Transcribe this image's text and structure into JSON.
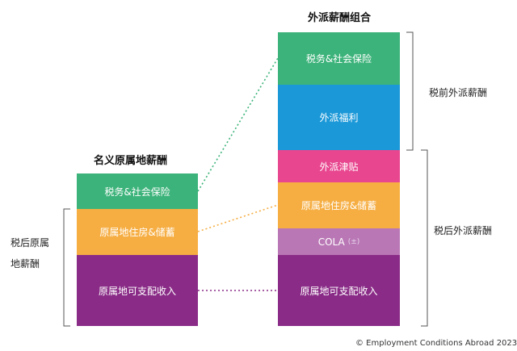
{
  "left_column": {
    "title": "名义原属地薪酬",
    "segments": [
      {
        "label": "税务&社会保险",
        "color": "#3cb37a"
      },
      {
        "label": "原属地住房&储蓄",
        "color": "#f6ae43"
      },
      {
        "label": "原属地可支配收入",
        "color": "#8a2c87"
      }
    ],
    "bracket_label": "税后原属地薪酬"
  },
  "right_column": {
    "title": "外派薪酬组合",
    "segments": [
      {
        "label": "税务&社会保险",
        "color": "#3cb37a"
      },
      {
        "label": "外派福利",
        "color": "#1b98d8"
      },
      {
        "label": "外派津贴",
        "color": "#e8468f"
      },
      {
        "label": "原属地住房&储蓄",
        "color": "#f6ae43"
      },
      {
        "label": "COLA",
        "suffix": "(±)",
        "color": "#b977b5"
      },
      {
        "label": "原属地可支配收入",
        "color": "#8a2c87"
      }
    ],
    "bracket_pre_tax": "税前外派薪酬",
    "bracket_post_tax": "税后外派薪酬"
  },
  "connector_colors": {
    "tax": "#3cb37a",
    "housing": "#f6ae43",
    "income": "#8a2c87"
  },
  "copyright": "© Employment Conditions Abroad 2023"
}
